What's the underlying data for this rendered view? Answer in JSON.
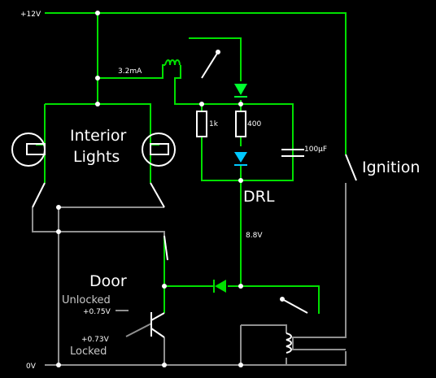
{
  "colors": {
    "background": "#000000",
    "energized_wire": "#00e000",
    "ground_wire": "#909090",
    "component": "#ffffff",
    "green_led": "#00ff30",
    "blue_led": "#00c8ff",
    "text": "#ffffff"
  },
  "labels": {
    "supply": "+12V",
    "ground": "0V",
    "coil_current": "3.2mA",
    "r1k": "1k",
    "r400": "400",
    "cap": "100µF",
    "interior_line1": "Interior",
    "interior_line2": "Lights",
    "ignition": "Ignition",
    "drl": "DRL",
    "drl_voltage": "8.8V",
    "door": "Door",
    "unlocked": "Unlocked",
    "unlocked_v": "+0.75V",
    "locked_v": "+0.73V",
    "locked": "Locked"
  }
}
